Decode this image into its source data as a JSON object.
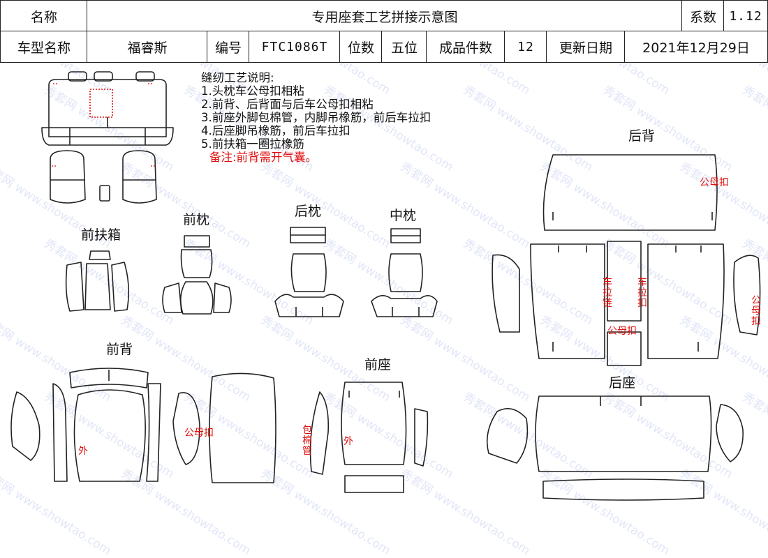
{
  "header": {
    "name_label": "名称",
    "title": "专用座套工艺拼接示意图",
    "coef_label": "系数",
    "coef_value": "1.12",
    "model_label": "车型名称",
    "model_value": "福睿斯",
    "code_label": "编号",
    "code_value": "FTC1086T",
    "seats_label": "位数",
    "seats_value": "五位",
    "pieces_label": "成品件数",
    "pieces_value": "12",
    "date_label": "更新日期",
    "date_value": "2021年12月29日"
  },
  "notes": {
    "title": "缝纫工艺说明:",
    "items": [
      "1.头枕车公母扣相粘",
      "2.前背、后背面与后车公母扣相粘",
      "3.前座外脚包棉管，内脚吊橡筋，前后车拉扣",
      "4.后座脚吊橡筋，前后车拉扣",
      "5.前扶箱一圈拉橡筋"
    ],
    "remark": "备注:前背需开气囊。"
  },
  "sections": {
    "front_armrest": "前扶箱",
    "front_headrest": "前枕",
    "rear_headrest": "后枕",
    "middle_headrest": "中枕",
    "rear_back": "后背",
    "front_back": "前背",
    "front_seat": "前座",
    "rear_seat": "后座"
  },
  "annotations": {
    "snap": "公母扣",
    "outer": "外",
    "cotton_tube": "包棉管",
    "zipper": "车拉链",
    "pull_snap": "车拉扣"
  },
  "watermark": {
    "brand": "秀套网",
    "url": "www.showtao.com"
  }
}
